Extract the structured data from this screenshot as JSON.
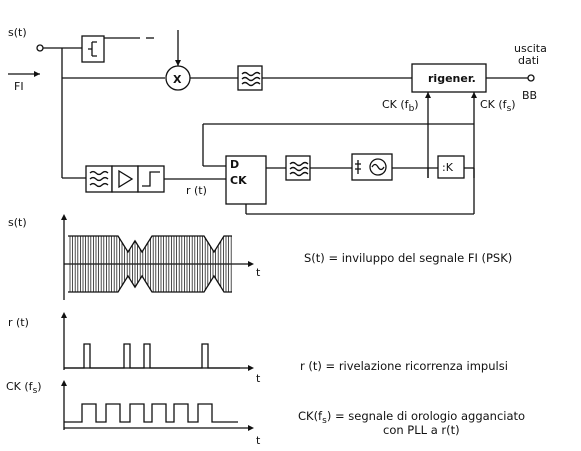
{
  "block_diagram": {
    "input_signal": "s(t)",
    "input_freq": "FI",
    "output_title_1": "uscita",
    "output_title_2": "dati",
    "output_band": "BB",
    "regen_label": "rigener.",
    "ck_fb_label": "CK (f",
    "ck_fb_sub": "b",
    "ck_fs_label": "CK (f",
    "ck_fs_sub": "s",
    "rt_label": "r (t)",
    "ff_d": "D",
    "ff_ck": "CK",
    "divider_label": ":K",
    "multiplier_symbol": "X"
  },
  "timing": {
    "s_axis": "s(t)",
    "r_axis": "r (t)",
    "ck_axis": "CK (f",
    "ck_axis_sub": "s",
    "t_label": "t",
    "legend_s": "S(t)  = inviluppo del segnale FI    (PSK)",
    "legend_r": "r (t)  = rivelazione ricorrenza impulsi",
    "legend_ck_1": "CK(f",
    "legend_ck_sub": "s",
    "legend_ck_2": ")  = segnale di orologio agganciato",
    "legend_ck_3": "con PLL a r(t)"
  }
}
